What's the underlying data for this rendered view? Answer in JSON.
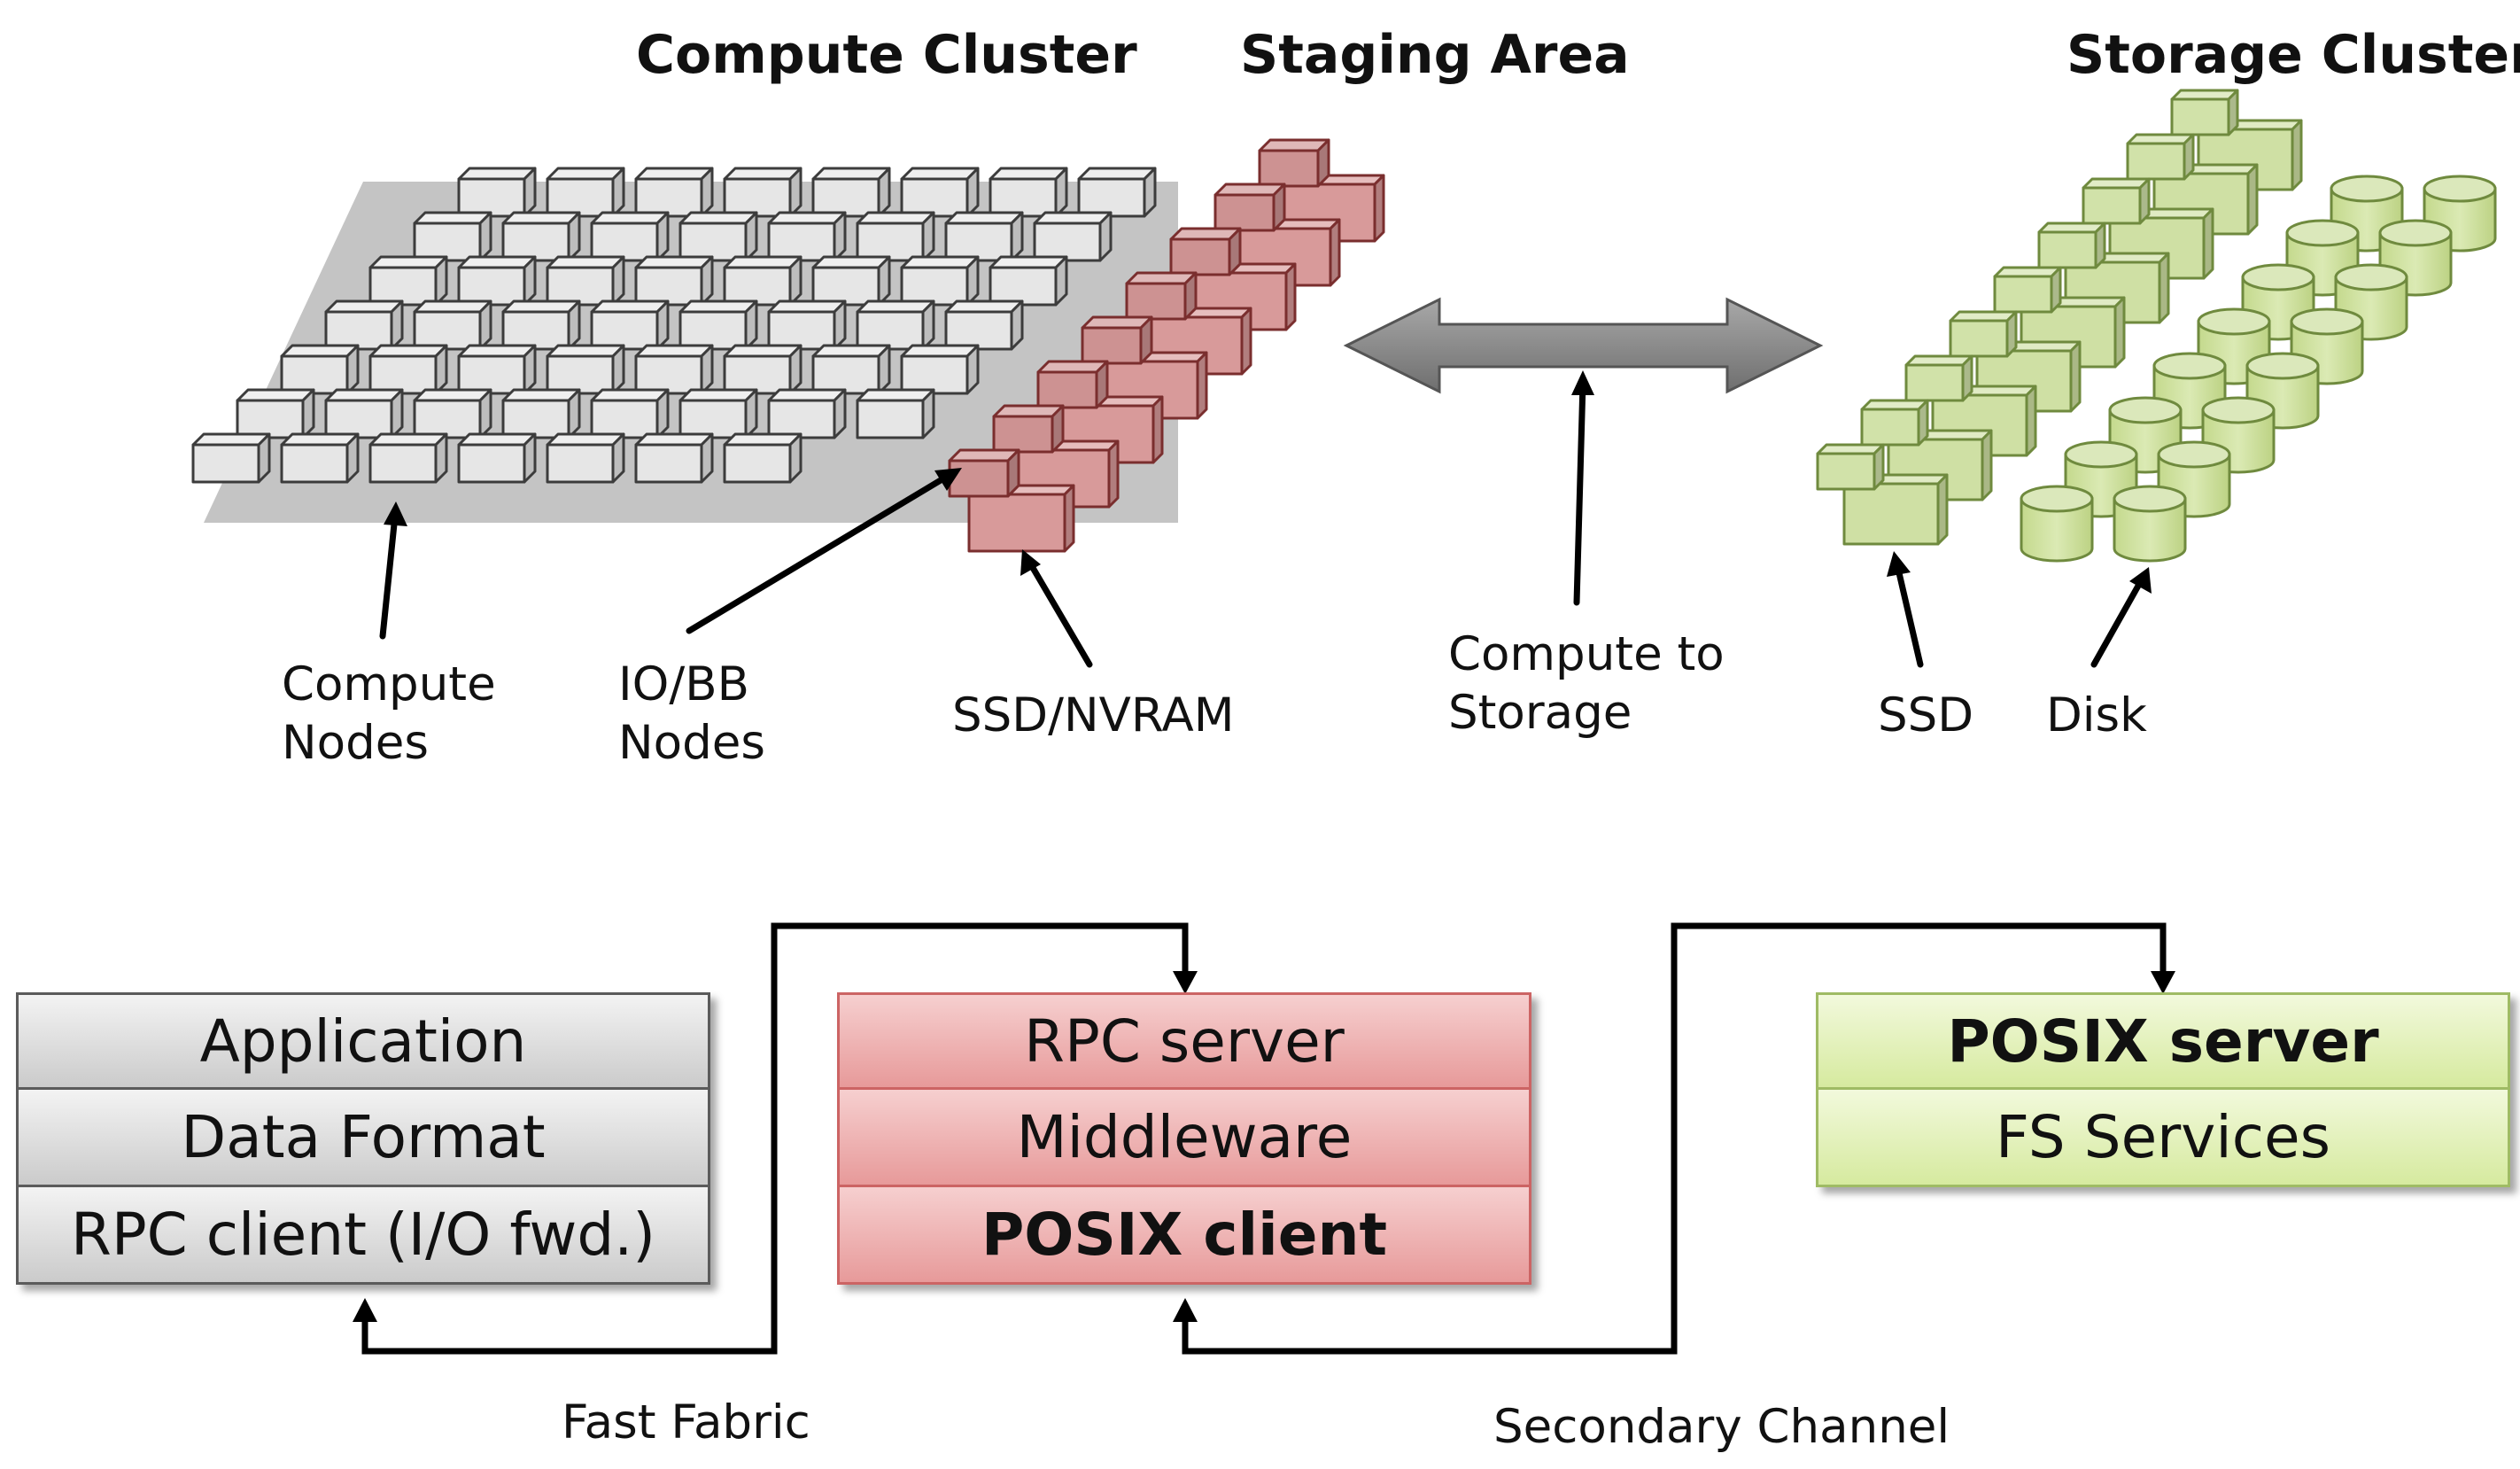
{
  "headings": {
    "compute_cluster": "Compute Cluster",
    "staging_area": "Staging Area",
    "storage_cluster": "Storage Cluster"
  },
  "labels": {
    "compute_nodes": [
      "Compute",
      "Nodes"
    ],
    "io_bb_nodes": [
      "IO/BB",
      "Nodes"
    ],
    "ssd_nvram": "SSD/NVRAM",
    "compute_to_storage": [
      "Compute to",
      "Storage"
    ],
    "ssd": "SSD",
    "disk": "Disk",
    "fast_fabric": "Fast Fabric",
    "secondary_channel": "Secondary Channel"
  },
  "stacks": {
    "client": [
      "Application",
      "Data Format",
      "RPC client (I/O fwd.)"
    ],
    "forwarder": [
      "RPC server",
      "Middleware",
      "POSIX client"
    ],
    "storage": [
      "POSIX server",
      "FS Services"
    ]
  },
  "colors": {
    "compute_node": "#e6e6e6",
    "staging_node": "#d89a9a",
    "storage_node": "#cfe0a4",
    "arrow": "#8c8c8c"
  }
}
